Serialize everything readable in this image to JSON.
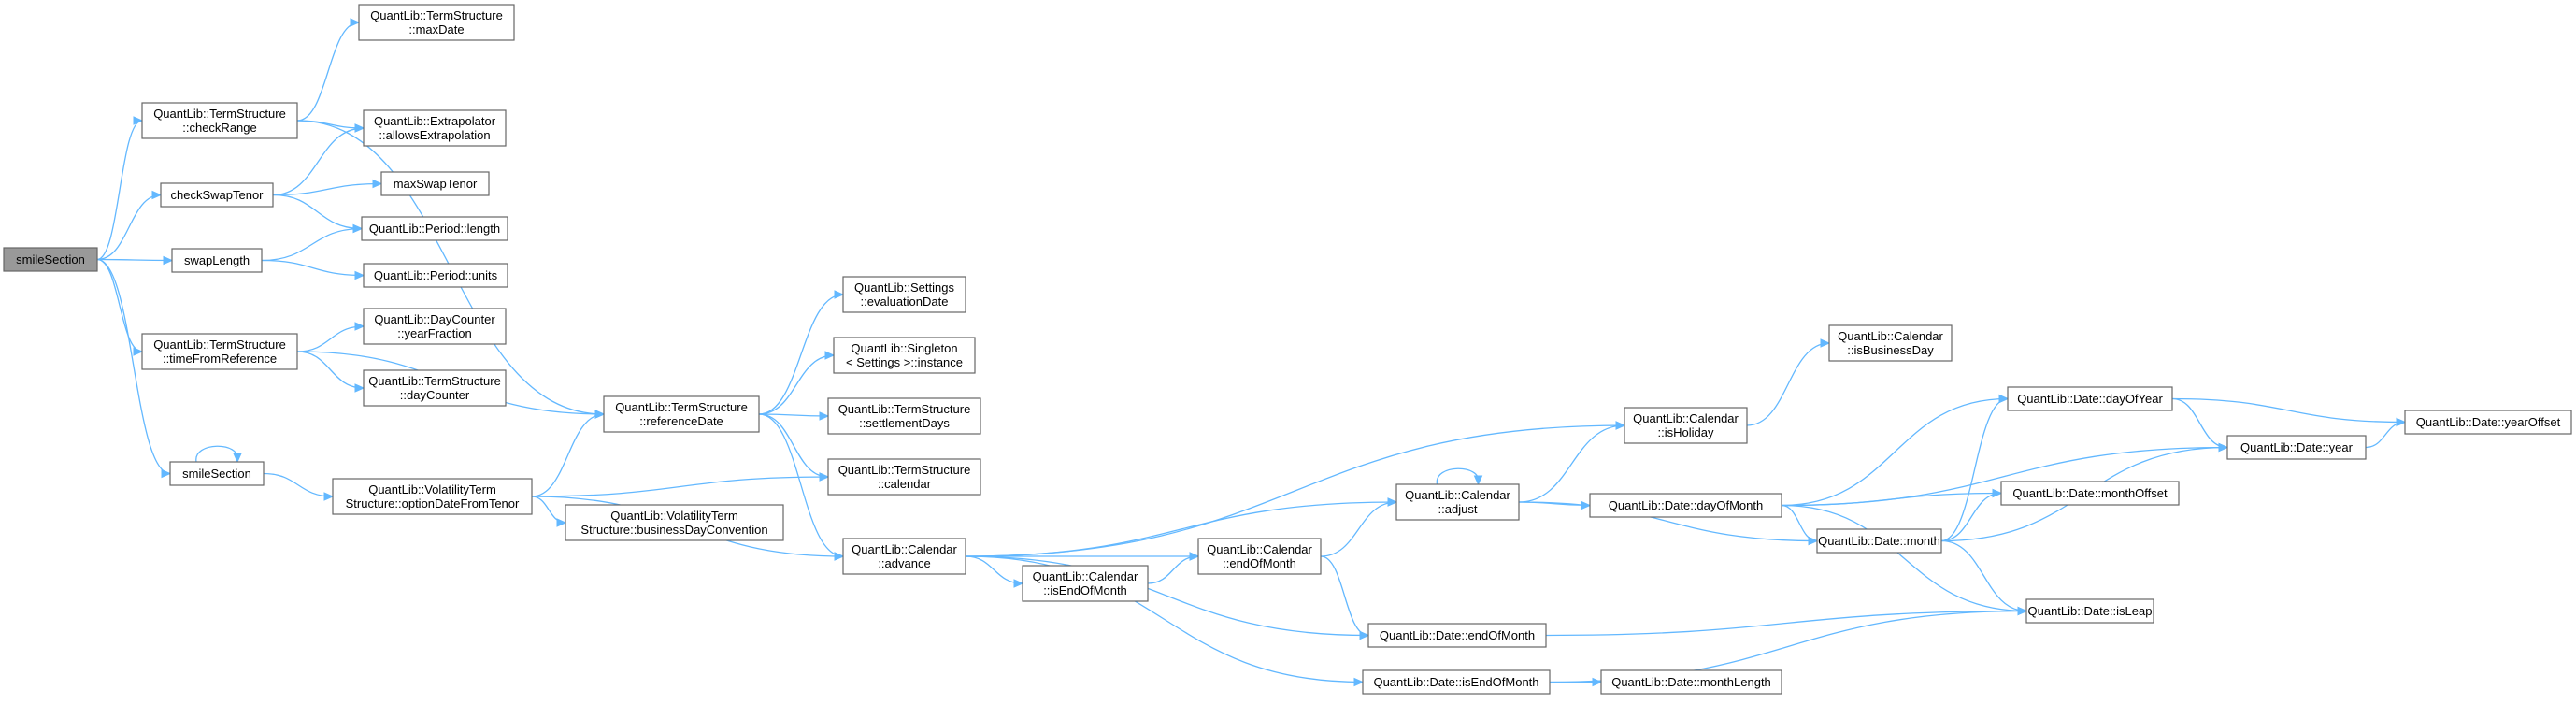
{
  "nodes": [
    {
      "id": "smileSection_root",
      "lines": [
        "smileSection"
      ],
      "current": true
    },
    {
      "id": "ts_maxDate",
      "lines": [
        "QuantLib::TermStructure",
        "::maxDate"
      ]
    },
    {
      "id": "ts_checkRange",
      "lines": [
        "QuantLib::TermStructure",
        "::checkRange"
      ]
    },
    {
      "id": "extrap_allows",
      "lines": [
        "QuantLib::Extrapolator",
        "::allowsExtrapolation"
      ]
    },
    {
      "id": "checkSwapTenor",
      "lines": [
        "checkSwapTenor"
      ]
    },
    {
      "id": "maxSwapTenor",
      "lines": [
        "maxSwapTenor"
      ]
    },
    {
      "id": "period_length",
      "lines": [
        "QuantLib::Period::length"
      ]
    },
    {
      "id": "swapLength",
      "lines": [
        "swapLength"
      ]
    },
    {
      "id": "period_units",
      "lines": [
        "QuantLib::Period::units"
      ]
    },
    {
      "id": "dc_yearFraction",
      "lines": [
        "QuantLib::DayCounter",
        "::yearFraction"
      ]
    },
    {
      "id": "ts_timeFromReference",
      "lines": [
        "QuantLib::TermStructure",
        "::timeFromReference"
      ]
    },
    {
      "id": "ts_dayCounter",
      "lines": [
        "QuantLib::TermStructure",
        "::dayCounter"
      ]
    },
    {
      "id": "smileSection_self",
      "lines": [
        "smileSection"
      ]
    },
    {
      "id": "vts_optionDate",
      "lines": [
        "QuantLib::VolatilityTerm",
        "Structure::optionDateFromTenor"
      ]
    },
    {
      "id": "vts_bdc",
      "lines": [
        "QuantLib::VolatilityTerm",
        "Structure::businessDayConvention"
      ]
    },
    {
      "id": "ts_referenceDate",
      "lines": [
        "QuantLib::TermStructure",
        "::referenceDate"
      ]
    },
    {
      "id": "settings_eval",
      "lines": [
        "QuantLib::Settings",
        "::evaluationDate"
      ]
    },
    {
      "id": "singleton_instance",
      "lines": [
        "QuantLib::Singleton",
        "< Settings >::instance"
      ]
    },
    {
      "id": "ts_settlementDays",
      "lines": [
        "QuantLib::TermStructure",
        "::settlementDays"
      ]
    },
    {
      "id": "ts_calendar",
      "lines": [
        "QuantLib::TermStructure",
        "::calendar"
      ]
    },
    {
      "id": "cal_advance",
      "lines": [
        "QuantLib::Calendar",
        "::advance"
      ]
    },
    {
      "id": "cal_isEndOfMonth",
      "lines": [
        "QuantLib::Calendar",
        "::isEndOfMonth"
      ]
    },
    {
      "id": "cal_endOfMonth",
      "lines": [
        "QuantLib::Calendar",
        "::endOfMonth"
      ]
    },
    {
      "id": "cal_adjust",
      "lines": [
        "QuantLib::Calendar",
        "::adjust"
      ]
    },
    {
      "id": "cal_isHoliday",
      "lines": [
        "QuantLib::Calendar",
        "::isHoliday"
      ]
    },
    {
      "id": "cal_isBusinessDay",
      "lines": [
        "QuantLib::Calendar",
        "::isBusinessDay"
      ]
    },
    {
      "id": "date_dayOfMonth",
      "lines": [
        "QuantLib::Date::dayOfMonth"
      ]
    },
    {
      "id": "date_endOfMonth",
      "lines": [
        "QuantLib::Date::endOfMonth"
      ]
    },
    {
      "id": "date_isEndOfMonth",
      "lines": [
        "QuantLib::Date::isEndOfMonth"
      ]
    },
    {
      "id": "date_monthLength",
      "lines": [
        "QuantLib::Date::monthLength"
      ]
    },
    {
      "id": "date_month",
      "lines": [
        "QuantLib::Date::month"
      ]
    },
    {
      "id": "date_dayOfYear",
      "lines": [
        "QuantLib::Date::dayOfYear"
      ]
    },
    {
      "id": "date_monthOffset",
      "lines": [
        "QuantLib::Date::monthOffset"
      ]
    },
    {
      "id": "date_isLeap",
      "lines": [
        "QuantLib::Date::isLeap"
      ]
    },
    {
      "id": "date_year",
      "lines": [
        "QuantLib::Date::year"
      ]
    },
    {
      "id": "date_yearOffset",
      "lines": [
        "QuantLib::Date::yearOffset"
      ]
    }
  ],
  "edges": [
    [
      "smileSection_root",
      "ts_checkRange"
    ],
    [
      "smileSection_root",
      "checkSwapTenor"
    ],
    [
      "smileSection_root",
      "swapLength"
    ],
    [
      "smileSection_root",
      "ts_timeFromReference"
    ],
    [
      "smileSection_root",
      "smileSection_self"
    ],
    [
      "ts_checkRange",
      "ts_maxDate"
    ],
    [
      "ts_checkRange",
      "extrap_allows"
    ],
    [
      "ts_checkRange",
      "ts_referenceDate"
    ],
    [
      "checkSwapTenor",
      "extrap_allows"
    ],
    [
      "checkSwapTenor",
      "maxSwapTenor"
    ],
    [
      "checkSwapTenor",
      "period_length"
    ],
    [
      "swapLength",
      "period_length"
    ],
    [
      "swapLength",
      "period_units"
    ],
    [
      "ts_timeFromReference",
      "dc_yearFraction"
    ],
    [
      "ts_timeFromReference",
      "ts_dayCounter"
    ],
    [
      "ts_timeFromReference",
      "ts_referenceDate"
    ],
    [
      "smileSection_self",
      "smileSection_self"
    ],
    [
      "smileSection_self",
      "vts_optionDate"
    ],
    [
      "vts_optionDate",
      "ts_referenceDate"
    ],
    [
      "vts_optionDate",
      "ts_calendar"
    ],
    [
      "vts_optionDate",
      "vts_bdc"
    ],
    [
      "vts_optionDate",
      "cal_advance"
    ],
    [
      "ts_referenceDate",
      "settings_eval"
    ],
    [
      "ts_referenceDate",
      "singleton_instance"
    ],
    [
      "ts_referenceDate",
      "ts_settlementDays"
    ],
    [
      "ts_referenceDate",
      "ts_calendar"
    ],
    [
      "ts_referenceDate",
      "cal_advance"
    ],
    [
      "cal_advance",
      "cal_isHoliday"
    ],
    [
      "cal_advance",
      "cal_adjust"
    ],
    [
      "cal_advance",
      "cal_endOfMonth"
    ],
    [
      "cal_advance",
      "cal_isEndOfMonth"
    ],
    [
      "cal_advance",
      "date_endOfMonth"
    ],
    [
      "cal_advance",
      "date_isEndOfMonth"
    ],
    [
      "cal_isEndOfMonth",
      "cal_endOfMonth"
    ],
    [
      "cal_endOfMonth",
      "cal_adjust"
    ],
    [
      "cal_endOfMonth",
      "date_endOfMonth"
    ],
    [
      "cal_adjust",
      "cal_adjust"
    ],
    [
      "cal_adjust",
      "cal_isHoliday"
    ],
    [
      "cal_adjust",
      "date_dayOfMonth"
    ],
    [
      "cal_adjust",
      "date_month"
    ],
    [
      "cal_isHoliday",
      "cal_isBusinessDay"
    ],
    [
      "date_dayOfMonth",
      "date_dayOfYear"
    ],
    [
      "date_dayOfMonth",
      "date_year"
    ],
    [
      "date_dayOfMonth",
      "date_monthOffset"
    ],
    [
      "date_dayOfMonth",
      "date_month"
    ],
    [
      "date_dayOfMonth",
      "date_isLeap"
    ],
    [
      "date_month",
      "date_dayOfYear"
    ],
    [
      "date_month",
      "date_monthOffset"
    ],
    [
      "date_month",
      "date_year"
    ],
    [
      "date_month",
      "date_isLeap"
    ],
    [
      "date_dayOfYear",
      "date_year"
    ],
    [
      "date_dayOfYear",
      "date_yearOffset"
    ],
    [
      "date_year",
      "date_yearOffset"
    ],
    [
      "date_endOfMonth",
      "date_isLeap"
    ],
    [
      "date_isEndOfMonth",
      "date_monthLength"
    ],
    [
      "date_isEndOfMonth",
      "date_isLeap"
    ]
  ]
}
